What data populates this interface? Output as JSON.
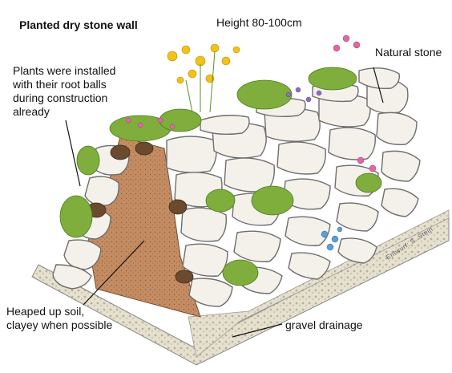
{
  "title": "Planted dry stone wall",
  "labels": {
    "height": "Height 80-100cm",
    "natural_stone": "Natural stone",
    "plants_installed_1": "Plants were installed",
    "plants_installed_2": "with their root balls",
    "plants_installed_3": "during construction",
    "plants_installed_4": "already",
    "soil_1": "Heaped up soil,",
    "soil_2": "clayey when possible",
    "gravel": "gravel drainage"
  },
  "signature": "Entwurf: S. Stein",
  "colors": {
    "stone_fill": "#f3f1ea",
    "stone_outline": "#6e6e6e",
    "soil": "#c8926a",
    "gravel": "#d8d2c0",
    "leaf": "#7fae3c",
    "yellow_flower": "#f2c21a",
    "pink_flower": "#e067a6",
    "purple_flower": "#8c6cc6",
    "blue_flower": "#5b9fd6"
  }
}
